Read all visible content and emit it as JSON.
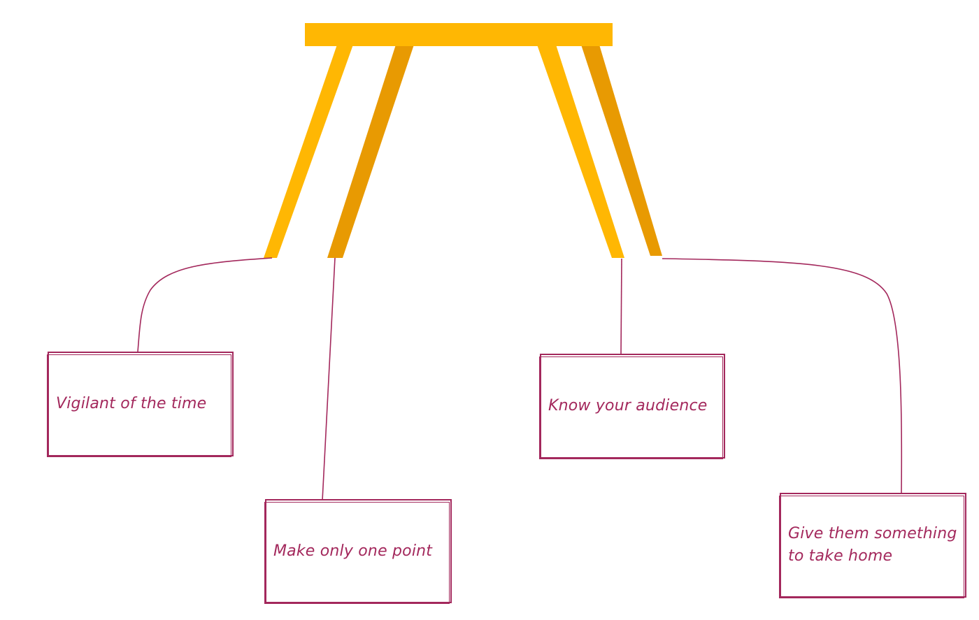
{
  "diagram": {
    "colors": {
      "table_top": "#ffb703",
      "legs_front": "#ffb703",
      "legs_back": "#e89a02",
      "connector": "#a3285c",
      "box_border": "#a3285c",
      "box_text": "#a3285c"
    },
    "icons": {
      "table": "table-icon"
    },
    "boxes": [
      {
        "id": "time",
        "label": "Vigilant of the time"
      },
      {
        "id": "point",
        "label": "Make only one point"
      },
      {
        "id": "audience",
        "label": "Know your audience"
      },
      {
        "id": "home",
        "label": "Give them something to take home"
      }
    ]
  }
}
